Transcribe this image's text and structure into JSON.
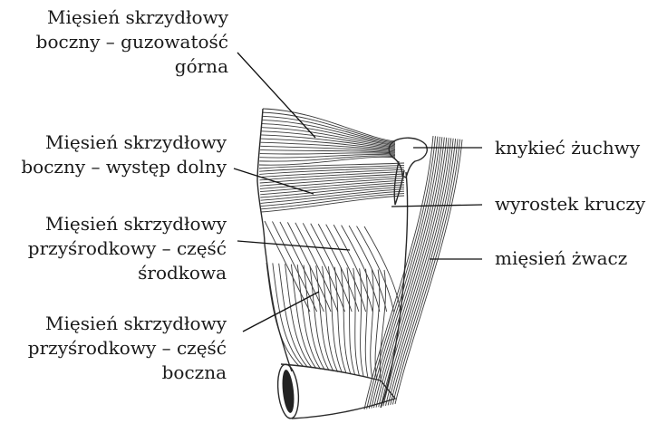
{
  "labels": {
    "lpt_upper": [
      "Mięsień skrzydłowy",
      "boczny – guzowatość",
      "górna"
    ],
    "lpt_lower": [
      "Mięsień skrzydłowy",
      "boczny – występ dolny"
    ],
    "mpt_middle": [
      "Mięsień skrzydłowy",
      "przyśrodkowy – część",
      "środkowa"
    ],
    "mpt_lateral": [
      "Mięsień skrzydłowy",
      "przyśrodkowy – część",
      "boczna"
    ],
    "condyle": "knykieć żuchwy",
    "coronoid": "wyrostek kruczy",
    "masseter": "mięsień żwacz"
  }
}
